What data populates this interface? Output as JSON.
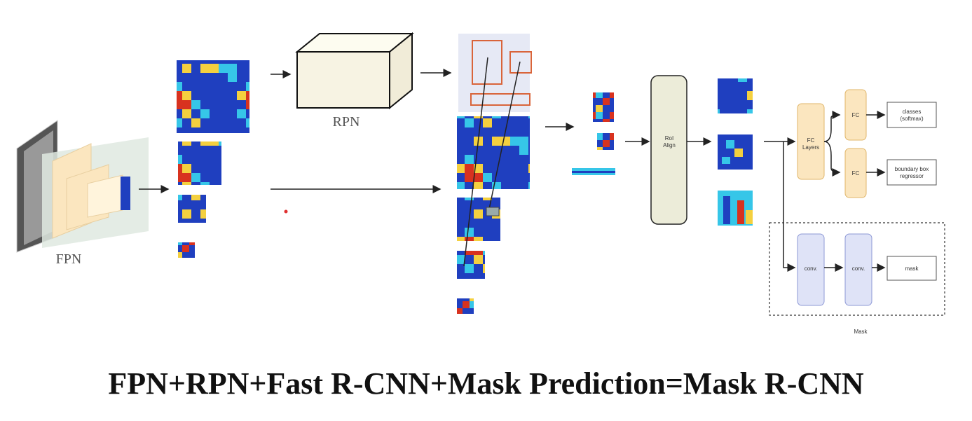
{
  "labels": {
    "fpn": "FPN",
    "rpn": "RPN",
    "roi_align_line1": "RoI",
    "roi_align_line2": "Align",
    "fc_layers_line1": "FC",
    "fc_layers_line2": "Layers",
    "fc_top": "FC",
    "fc_bottom": "FC",
    "classes_line1": "classes",
    "classes_line2": "(softmax)",
    "bbox_line1": "boundary box",
    "bbox_line2": "regressor",
    "conv1": "conv.",
    "conv2": "conv.",
    "mask_output": "mask",
    "mask_group": "Mask"
  },
  "title": "FPN+RPN+Fast R-CNN+Mask Prediction=Mask R-CNN",
  "colors": {
    "heat_blue": "#1f3fbf",
    "heat_cyan": "#36c6e8",
    "heat_yellow": "#f4d03f",
    "heat_red": "#d8321f",
    "fc_fill": "#fbe6bf",
    "conv_fill": "#dfe3f7",
    "roi_fill": "#ececd9",
    "proposal_box": "#d9643a"
  }
}
